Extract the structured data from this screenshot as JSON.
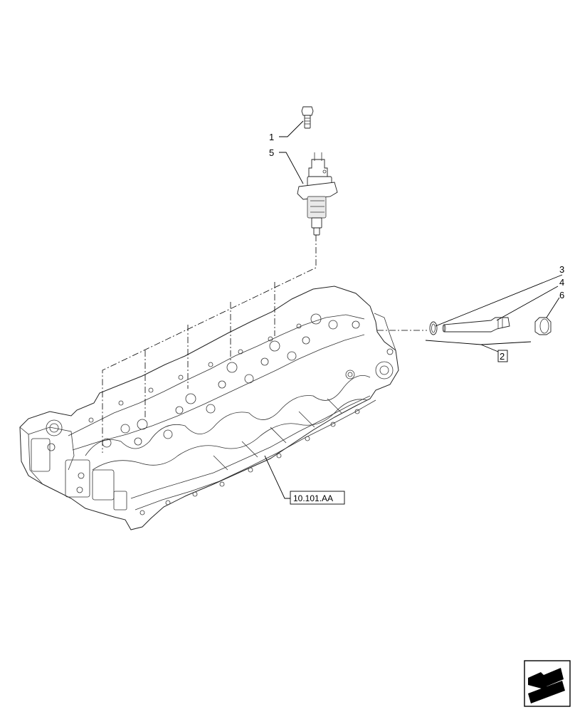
{
  "callouts": {
    "c1": "1",
    "c5": "5",
    "c3": "3",
    "c4": "4",
    "c6": "6",
    "c2": "2"
  },
  "reference": "10.101.AA",
  "icons": {
    "nav": "arrow-nav-icon"
  }
}
